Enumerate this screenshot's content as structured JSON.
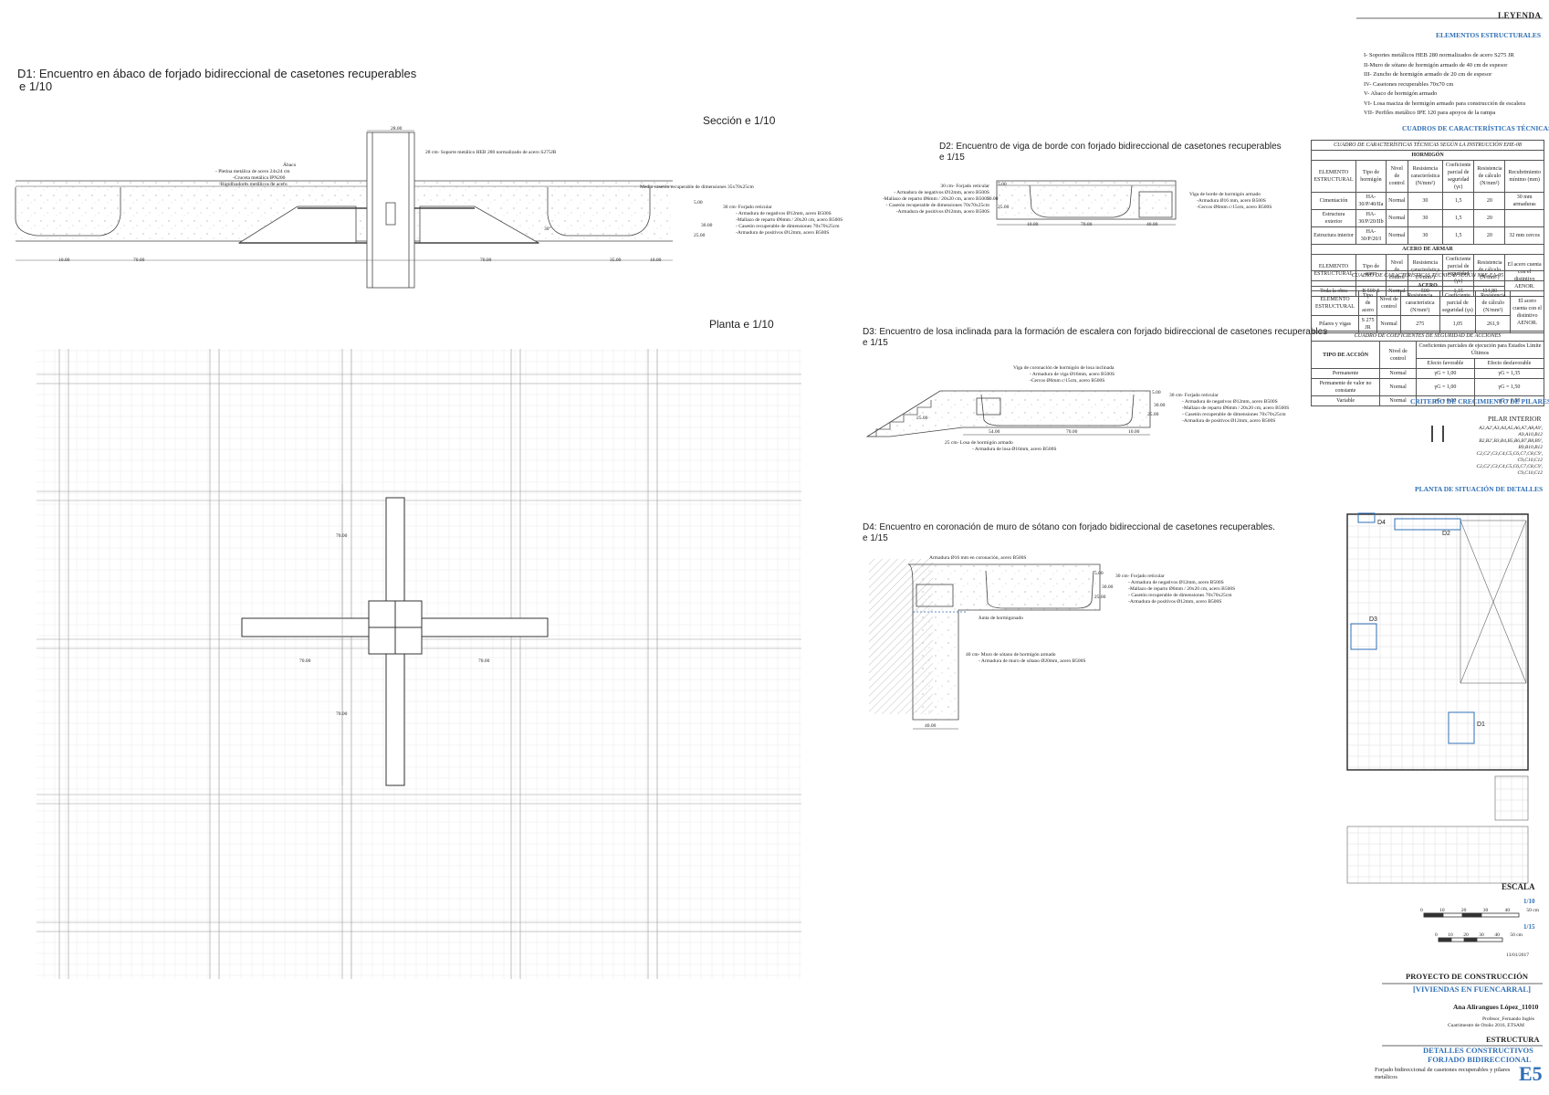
{
  "d1": {
    "title": "D1: Encuentro en ábaco de forjado bidireccional de casetones recuperables",
    "scale": "e 1/10",
    "section_title": "Sección e 1/10",
    "plan_title": "Planta e 1/10",
    "notes": {
      "pillar": "28 cm- Soporte metálico HEB 280 normalizado de acero S275JR",
      "abaco_title": "Ábaco",
      "abaco_1": "- Pletina metálica de acero 24x24 cm",
      "abaco_2": "-Cruceta metálica IPN200",
      "abaco_3": "-Rigidizadores metálicos de acero",
      "half_caseton": "Medio casetón recuperable de dimensiones 35x70x25cm",
      "forjado_title": "30 cm- Forjado reticular",
      "forjado_1": "- Armadura de negativos Ø12mm, acero B500S",
      "forjado_2": "-Mallazo de reparto Ø6mm / 20x20 cm, acero B500S",
      "forjado_3": "- Casetón recuperable de dimensiones 70x70x25cm",
      "forjado_4": "-Armadura de positivos Ø12mm, acero B500S",
      "angle": "30°"
    },
    "dims": {
      "top": "28.00",
      "d_5": "5.00",
      "d_30": "30.00",
      "d_25": "25.00",
      "d_10": "10.00",
      "d_70a": "70.00",
      "d_70b": "70.00",
      "d_35": "35.00",
      "d_10b": "10.00"
    },
    "plan_dims": {
      "v1": "70.00",
      "h1": "70.00",
      "h2": "70.00",
      "v2": "70.00"
    }
  },
  "d2": {
    "title": "D2: Encuentro de viga de borde con  forjado bidireccional de casetones recuperables",
    "scale": "e 1/15",
    "left_notes": [
      "30 cm- Forjado reticular",
      "- Armadura de negativos Ø12mm, acero B500S",
      "-Mallazo de reparto Ø6mm / 20x20 cm, acero B500S",
      "- Casetón recuperable de dimensiones 70x70x25cm",
      "-Armadura de positivos  Ø12mm, acero B500S"
    ],
    "right_notes": [
      "Viga de borde de hormigón armado",
      "-Armadura Ø16 mm, acero B500S",
      "-Cercos Ø6mm c/15cm, acero B500S"
    ],
    "dims": {
      "d5": "5.00",
      "d30": "30.00",
      "d25": "25.00",
      "w10": "10.00",
      "w70": "70.00",
      "w40": "40.00"
    }
  },
  "d3": {
    "title": "D3: Encuentro de losa inclinada para la formación de escalera con forjado bidireccional de casetones recuperables",
    "scale": "e 1/15",
    "notes_top": [
      "Viga de coronación de hormigón de losa inclinada",
      "- Armadura de viga Ø16mm, acero B500S",
      "-Cercos Ø6mm c/15cm, acero B500S"
    ],
    "notes_right": [
      "30 cm- Forjado reticular",
      "- Armadura de negativos Ø12mm, acero B500S",
      "-Mallazo de reparto Ø6mm / 20x20 cm, acero B500S",
      "- Casetón recuperable de dimensiones 70x70x25cm",
      "-Armadura de positivos  Ø12mm, acero B500S"
    ],
    "notes_bottom": [
      "25 cm- Losa de hormigón armado",
      "- Armadura de losa Ø16mm, acero B500S"
    ],
    "dims": {
      "d5": "5.00",
      "d30": "30.00",
      "d25": "25.00",
      "w54": "54.00",
      "w70": "70.00",
      "w10": "10.00",
      "slab": "25.00"
    }
  },
  "d4": {
    "title": "D4: Encuentro en coronación de muro de sótano con forjado bidireccional de casetones recuperables.",
    "scale": "e 1/15",
    "top_note": "Armadura  Ø16 mm  en coronación, acero B500S",
    "notes_right": [
      "30 cm- Forjado reticular",
      "- Armadura de negativos Ø12mm, acero B500S",
      "-Mallazo de reparto Ø6mm / 20x20 cm, acero B500S",
      "- Casetón recuperable de dimensiones 70x70x25cm",
      "-Armadura de positivos  Ø12mm, acero B500S"
    ],
    "joint": "Junta de hormigonado",
    "wall_notes": [
      "40 cm- Muro de sótano de hormigón armado",
      "- Armadura de muro de sótano Ø20mm, acero B500S"
    ],
    "dims": {
      "d5": "5.00",
      "d30": "30.00",
      "d25": "25.00",
      "w40": "40.00"
    }
  },
  "legend": {
    "title": "LEYENDA",
    "structural_title": "ELEMENTOS ESTRUCTURALES",
    "structural_items": [
      "I- Soportes metálicos HEB 280 normalizados de acero S275 JR",
      "II-Muro de sótano de hormigón armado de 40 cm de espesor",
      "III- Zuncho de hormigón armado de 20 cm de espesor",
      "IV- Casetones recuperables 70x70 cm",
      "V- Abaco de hormigón armado",
      "VI- Losa maciza de hormigón armado para construcción de escalera",
      "VII- Perfiles metálico IPE 120 para apoyos de la rampa"
    ],
    "tables_title": "CUADROS DE CARACTERÍSTICAS TÉCNICAS",
    "table1": {
      "caption": "CUADRO DE CARACTERÍSTICAS TÉCNICAS SEGÚN LA INSTRUCCIÓN EHE-08",
      "sub1": "HORMIGÓN",
      "headers": [
        "ELEMENTO ESTRUCTURAL",
        "Tipo de hormigón",
        "Nivel de control",
        "Resistencia característica (N/mm²)",
        "Coeficiente parcial de seguridad (γc)",
        "Resistencia de cálculo (N/mm²)",
        "Recubrimiento mínimo (mm)"
      ],
      "rows": [
        [
          "Cimentación",
          "HA-30/P/40/IIa",
          "Normal",
          "30",
          "1,5",
          "20",
          "30 mm armaduras"
        ],
        [
          "Estructura exterior",
          "HA-30/P/20/IIb",
          "Normal",
          "30",
          "1,5",
          "20",
          ""
        ],
        [
          "Estructura interior",
          "HA-30/P/20/I",
          "Normal",
          "30",
          "1,5",
          "20",
          "32 mm cercos"
        ]
      ],
      "sub2": "ACERO DE ARMAR",
      "headers2": [
        "ELEMENTO ESTRUCTURAL",
        "Tipo de acero",
        "Nivel de control",
        "Resistencia característica (N/mm²)",
        "Coeficiente parcial de seguridad (γs)",
        "Resistencia de cálculo (N/mm²)",
        "El acero cuenta con el distintivo AENOR."
      ],
      "rows2": [
        [
          "Toda la obra",
          "B 500 S",
          "Normal",
          "500",
          "1,15",
          "434,80"
        ]
      ]
    },
    "table2": {
      "caption": "CUADRO DE CARACTERÍSTICAS TÉCNICAS SEGÚN NBE-EA-95",
      "sub": "ACERO",
      "headers": [
        "ELEMENTO ESTRUCTURAL",
        "Tipo de acero",
        "Nivel de control",
        "Resistencia característica (N/mm²)",
        "Coeficiente parcial de seguridad (γs)",
        "Resistencia de cálculo (N/mm²)",
        "El acero cuenta con el distintivo AENOR."
      ],
      "row": [
        "Pilares y vigas",
        "S 275 JR",
        "Normal",
        "275",
        "1,05",
        "261,9"
      ]
    },
    "table3": {
      "caption": "CUADRO DE COEFICIENTES DE SEGURIDAD DE ACCIONES",
      "h_action": "TIPO DE ACCIÓN",
      "h_level": "Nivel de control",
      "h_group": "Coeficientes parciales de ejecución para Estados Límite Últimos",
      "h_fav": "Efecto favorable",
      "h_unfav": "Efecto desfavorable",
      "rows": [
        [
          "Permanente",
          "Normal",
          "γG = 1,00",
          "γG = 1,35"
        ],
        [
          "Permanente de valor no constante",
          "Normal",
          "γG = 1,00",
          "γG = 1,50"
        ],
        [
          "Variable",
          "Normal",
          "γG = 0,00",
          "γG = 1,50"
        ]
      ]
    },
    "pillars_title": "CRITERIO DE CRECIMIENTO DE PILARES",
    "pillar_interior": "PILAR INTERIOR",
    "pillar_lines": [
      "A2,A2',A3,A4,A5,A6,A7,A8,A9',",
      "A9,A10,B12",
      "B2,B2',B3,B4,B5,B6,B7,B8,B9',",
      "B9,B10,B12",
      "C2,C2',C3,C4,C5,C6,C7,C8,C9',",
      "C9,C10,C12",
      "C2,C2',C3,C4,C5,C6,C7,C8,C9',",
      "C9,C10,C12"
    ],
    "location_title": "PLANTA DE SITUACIÓN DE DETALLES",
    "loc_labels": {
      "d1": "D1",
      "d2": "D2",
      "d3": "D3",
      "d4": "D4"
    },
    "scale_title": "ESCALA",
    "scale_110": "1/10",
    "scale_115": "1/15",
    "ticks_110": [
      "0",
      "10",
      "20",
      "30",
      "40",
      "50 cm"
    ],
    "ticks_115": [
      "0",
      "10",
      "20",
      "30",
      "40",
      "50 cm"
    ],
    "date": "13/01/2017"
  },
  "title_block": {
    "project": "PROYECTO DE CONSTRUCCIÓN",
    "subtitle": "[VIVIENDAS EN FUENCARRAL]",
    "author": "Ana Alirangues López_11010",
    "professor": "Profesor_Fernando Inglés",
    "course": "Cuatrimestre de Otoño 2016, ETSAM",
    "section": "ESTRUCTURA",
    "detail1": "DETALLES CONSTRUCTIVOS",
    "detail2": "FORJADO BIDIRECCIONAL",
    "desc": "Forjado bidireccional de casetones recuperables y pilares metálicos",
    "sheet": "E5"
  }
}
